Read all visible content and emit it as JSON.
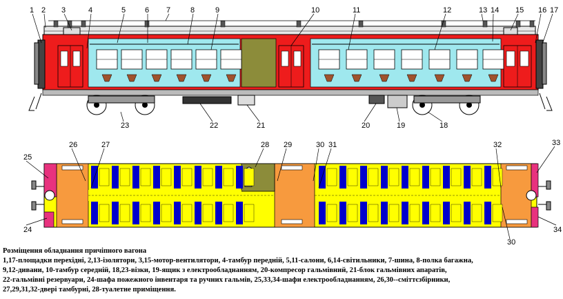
{
  "labels": {
    "l1": "1",
    "l2": "2",
    "l3": "3",
    "l4": "4",
    "l5": "5",
    "l6": "6",
    "l7": "7",
    "l8": "8",
    "l9": "9",
    "l10": "10",
    "l11": "11",
    "l12": "12",
    "l13": "13",
    "l14": "14",
    "l15": "15",
    "l16": "16",
    "l17": "17",
    "l18": "18",
    "l19": "19",
    "l20": "20",
    "l21": "21",
    "l22": "22",
    "l23": "23",
    "l24": "24",
    "l25": "25",
    "l26": "26",
    "l27": "27",
    "l28": "28",
    "l29": "29",
    "l30": "30",
    "l31": "31",
    "l32": "32",
    "l33": "33",
    "l34": "34",
    "l30b": "30"
  },
  "caption": {
    "title": "Розміщення обладнання причіпного вагона",
    "line1": "1,17-площадки перехідні, 2,13-ізолятори, 3,15-мотор-вентилятори, 4-тамбур передній, 5,11-салони, 6,14-світильники, 7-шина, 8-полка багажна,",
    "line2": "9,12-дивани, 10-тамбур середній, 18,23-візки, 19-ящик з електрообладнанням, 20-компресор гальмівний, 21-блок гальмівних апаратів,",
    "line3": "22-гальмівні резервуари, 24-шафа пожежного інвентаря та ручних гальмів, 25,33,34-шафи електрообладнанням, 26,30--сміттєзбірники,",
    "line4": "27,29,31,32-двері тамбурні, 28-туалетне приміщення."
  },
  "colors": {
    "red": "#ee1c1c",
    "cyan": "#9fe8ee",
    "yellow": "#ffff00",
    "orange": "#f79a3e",
    "blue": "#0000cc",
    "olive": "#8c8c3a",
    "gray": "#c8c8c8",
    "magenta": "#e8327e",
    "seat": "#a0522d"
  }
}
